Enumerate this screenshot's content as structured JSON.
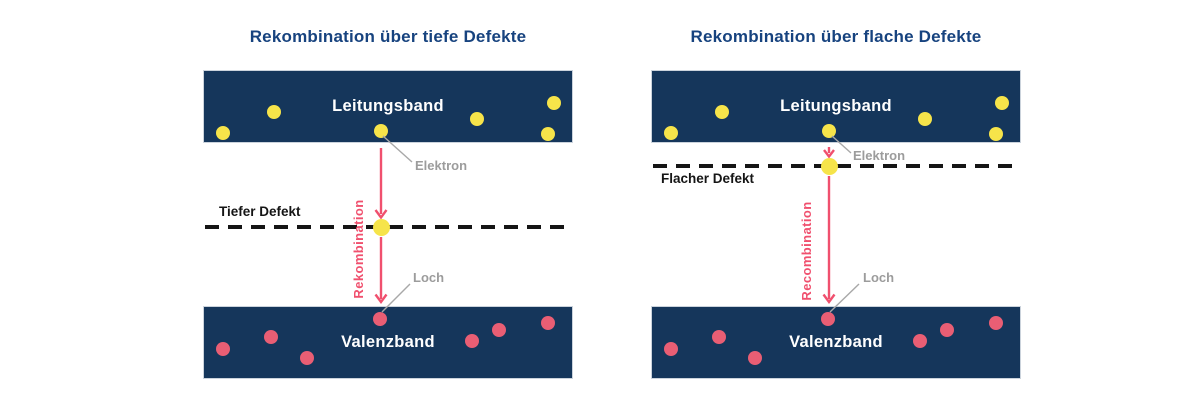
{
  "figure": {
    "type": "semiconductor-recombination-band-diagram",
    "background": "#ffffff",
    "colors": {
      "band_fill": "#15365b",
      "band_border": "#cbd3dc",
      "title_text": "#17437f",
      "band_label_text": "#ffffff",
      "electron_dot": "#f6e44a",
      "hole_dot": "#e95e74",
      "recombination_arrow": "#f0506e",
      "defect_dash_line": "#151515",
      "defect_label_text": "#151515",
      "annotation_text": "#9c9c9c"
    },
    "panels": [
      {
        "title": "Rekombination über tiefe Defekte",
        "conduction_band_label": "Leitungsband",
        "valence_band_label": "Valenzband",
        "defect_label": "Tiefer Defekt",
        "defect_depth": "deep",
        "electron_label": "Elektron",
        "hole_label": "Loch",
        "recombination_label": "Rekombination"
      },
      {
        "title": "Rekombination über flache Defekte",
        "conduction_band_label": "Leitungsband",
        "valence_band_label": "Valenzband",
        "defect_label": "Flacher Defekt",
        "defect_depth": "shallow",
        "electron_label": "Elektron",
        "hole_label": "Loch",
        "recombination_label": "Recombination"
      }
    ]
  }
}
